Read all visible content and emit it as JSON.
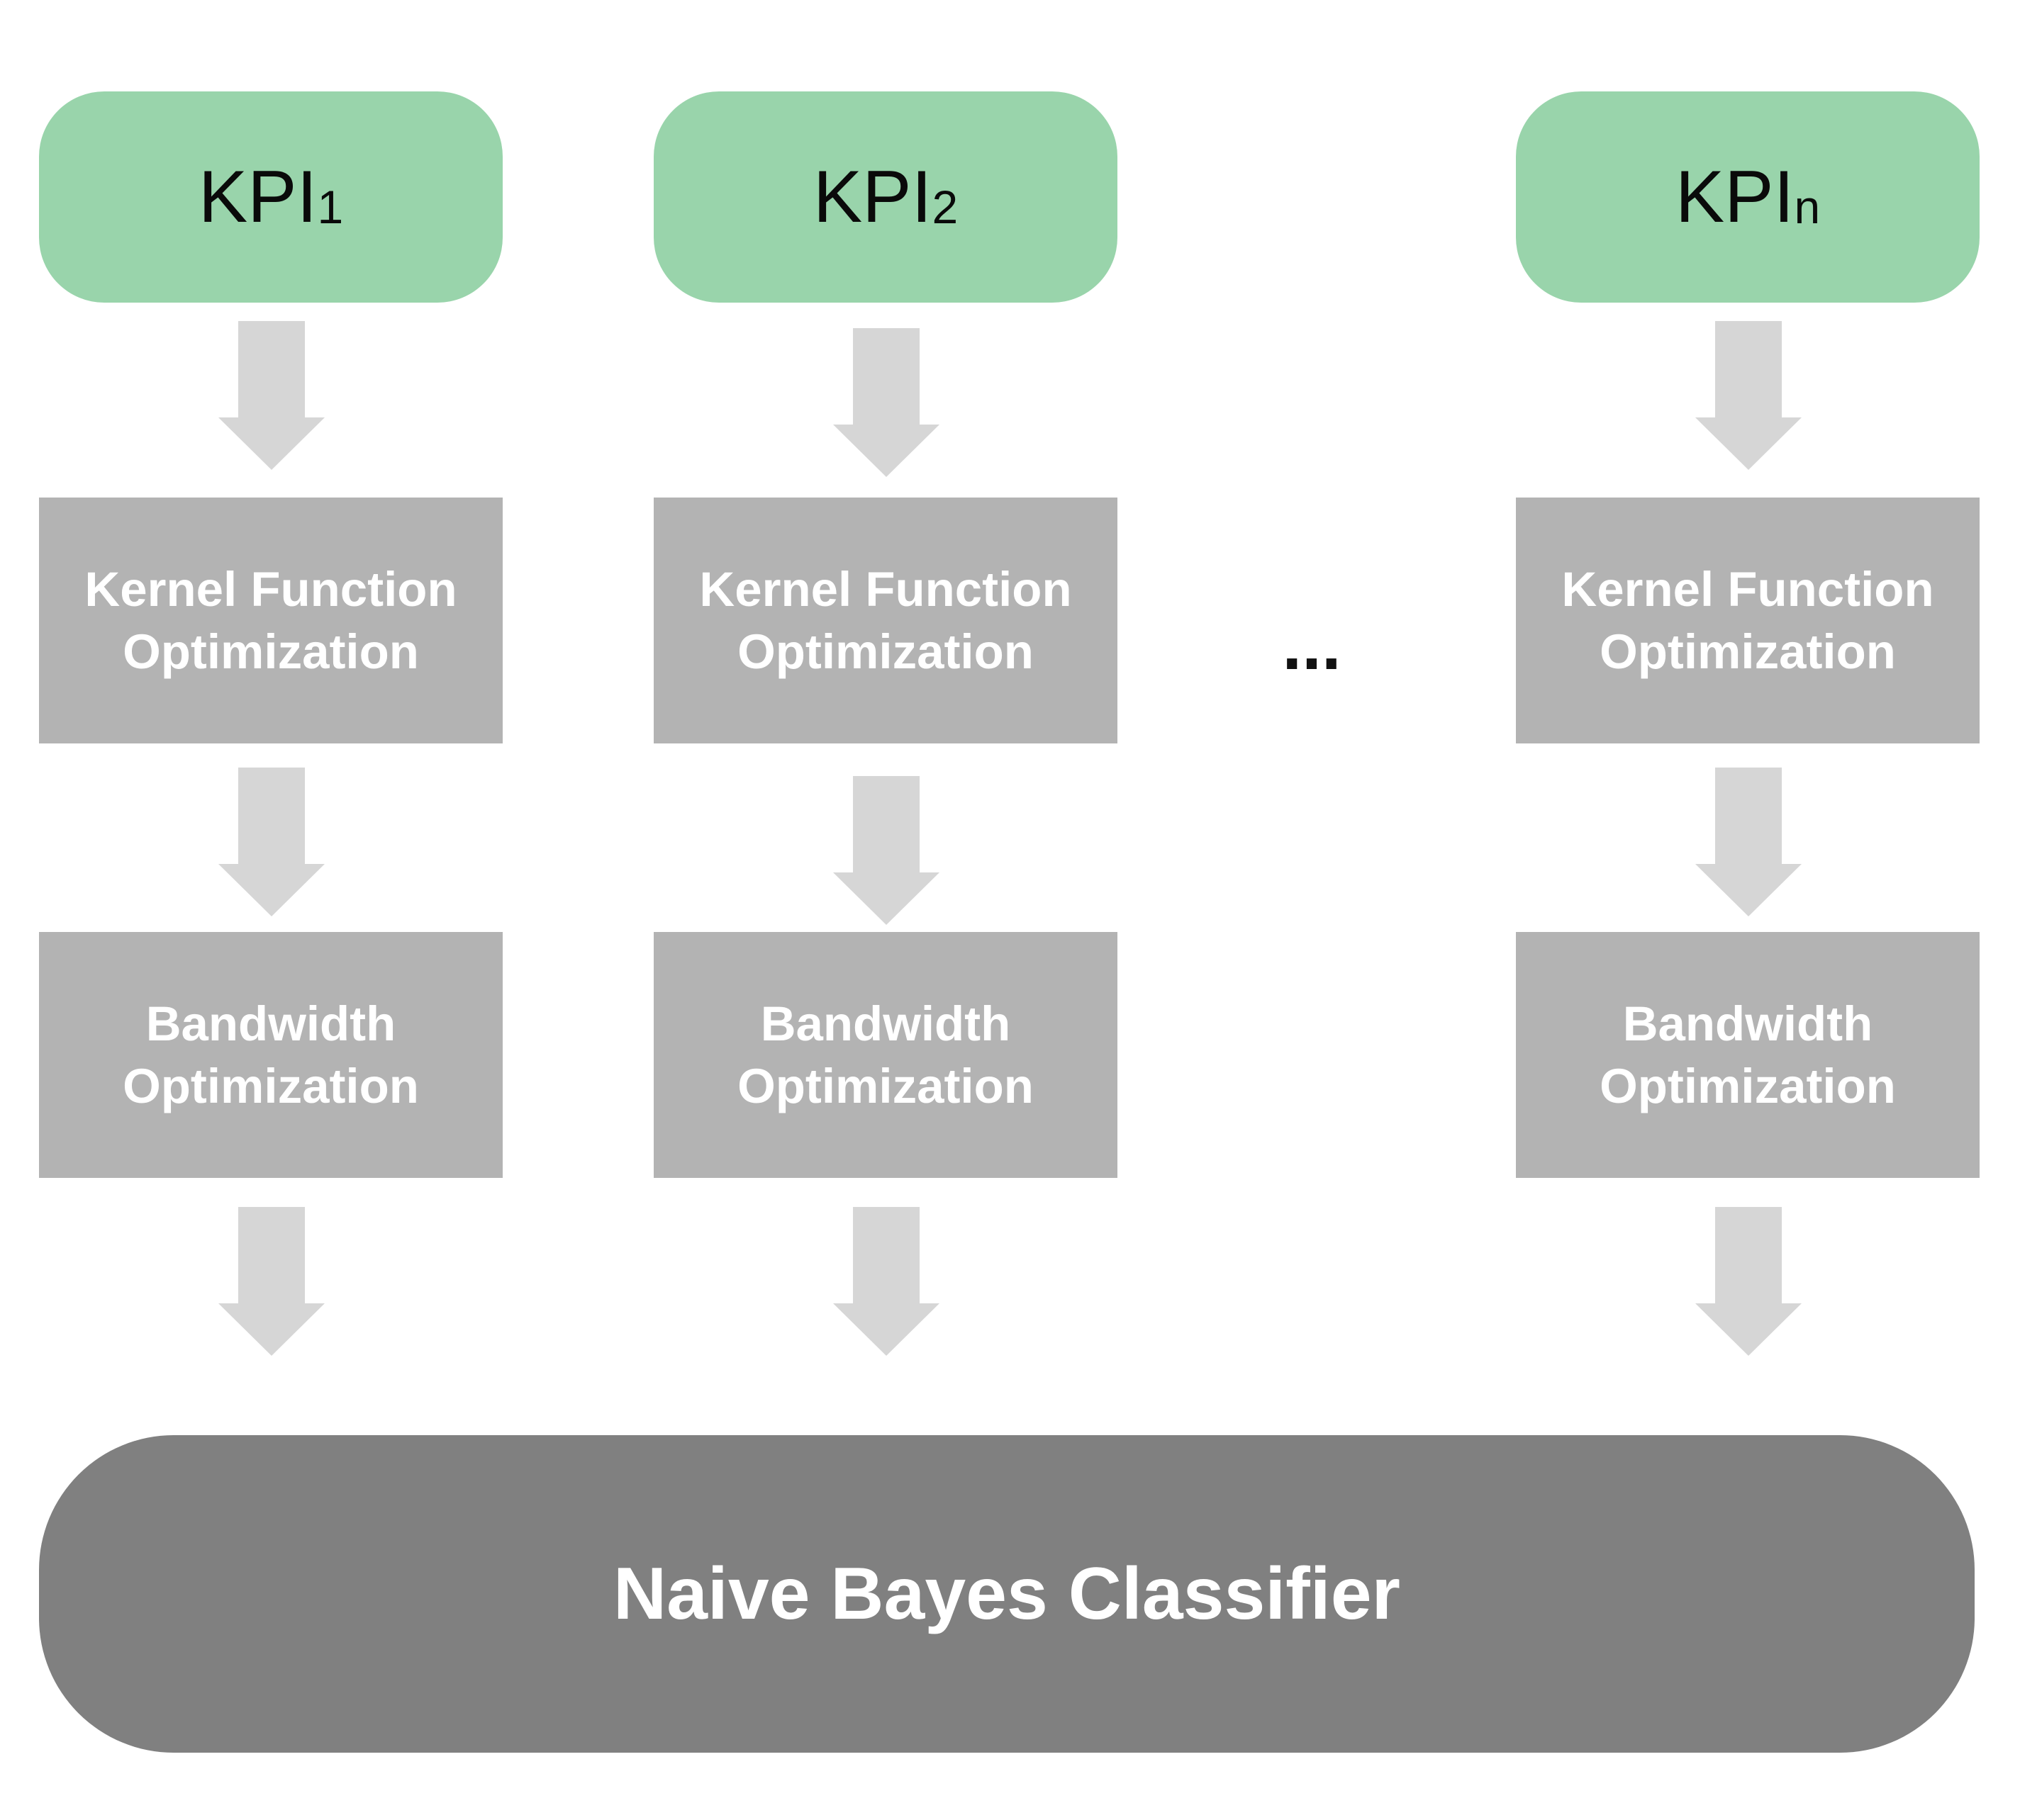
{
  "colors": {
    "kpi_fill": "#99d4ab",
    "stage_fill": "#b3b3b3",
    "arrow_fill": "#d6d6d6",
    "classifier_fill": "#808080"
  },
  "columns": [
    {
      "kpi": {
        "base": "KPI",
        "subscript": "1"
      },
      "kernel": {
        "line1": "Kernel Function",
        "line2": "Optimization"
      },
      "bandwidth": {
        "line1": "Bandwidth",
        "line2": "Optimization"
      }
    },
    {
      "kpi": {
        "base": "KPI",
        "subscript": "2"
      },
      "kernel": {
        "line1": "Kernel Function",
        "line2": "Optimization"
      },
      "bandwidth": {
        "line1": "Bandwidth",
        "line2": "Optimization"
      }
    },
    {
      "kpi": {
        "base": "KPI",
        "subscript": "n"
      },
      "kernel": {
        "line1": "Kernel Function",
        "line2": "Optimization"
      },
      "bandwidth": {
        "line1": "Bandwidth",
        "line2": "Optimization"
      }
    }
  ],
  "ellipsis": "...",
  "classifier": {
    "label": "Naive Bayes Classifier"
  }
}
